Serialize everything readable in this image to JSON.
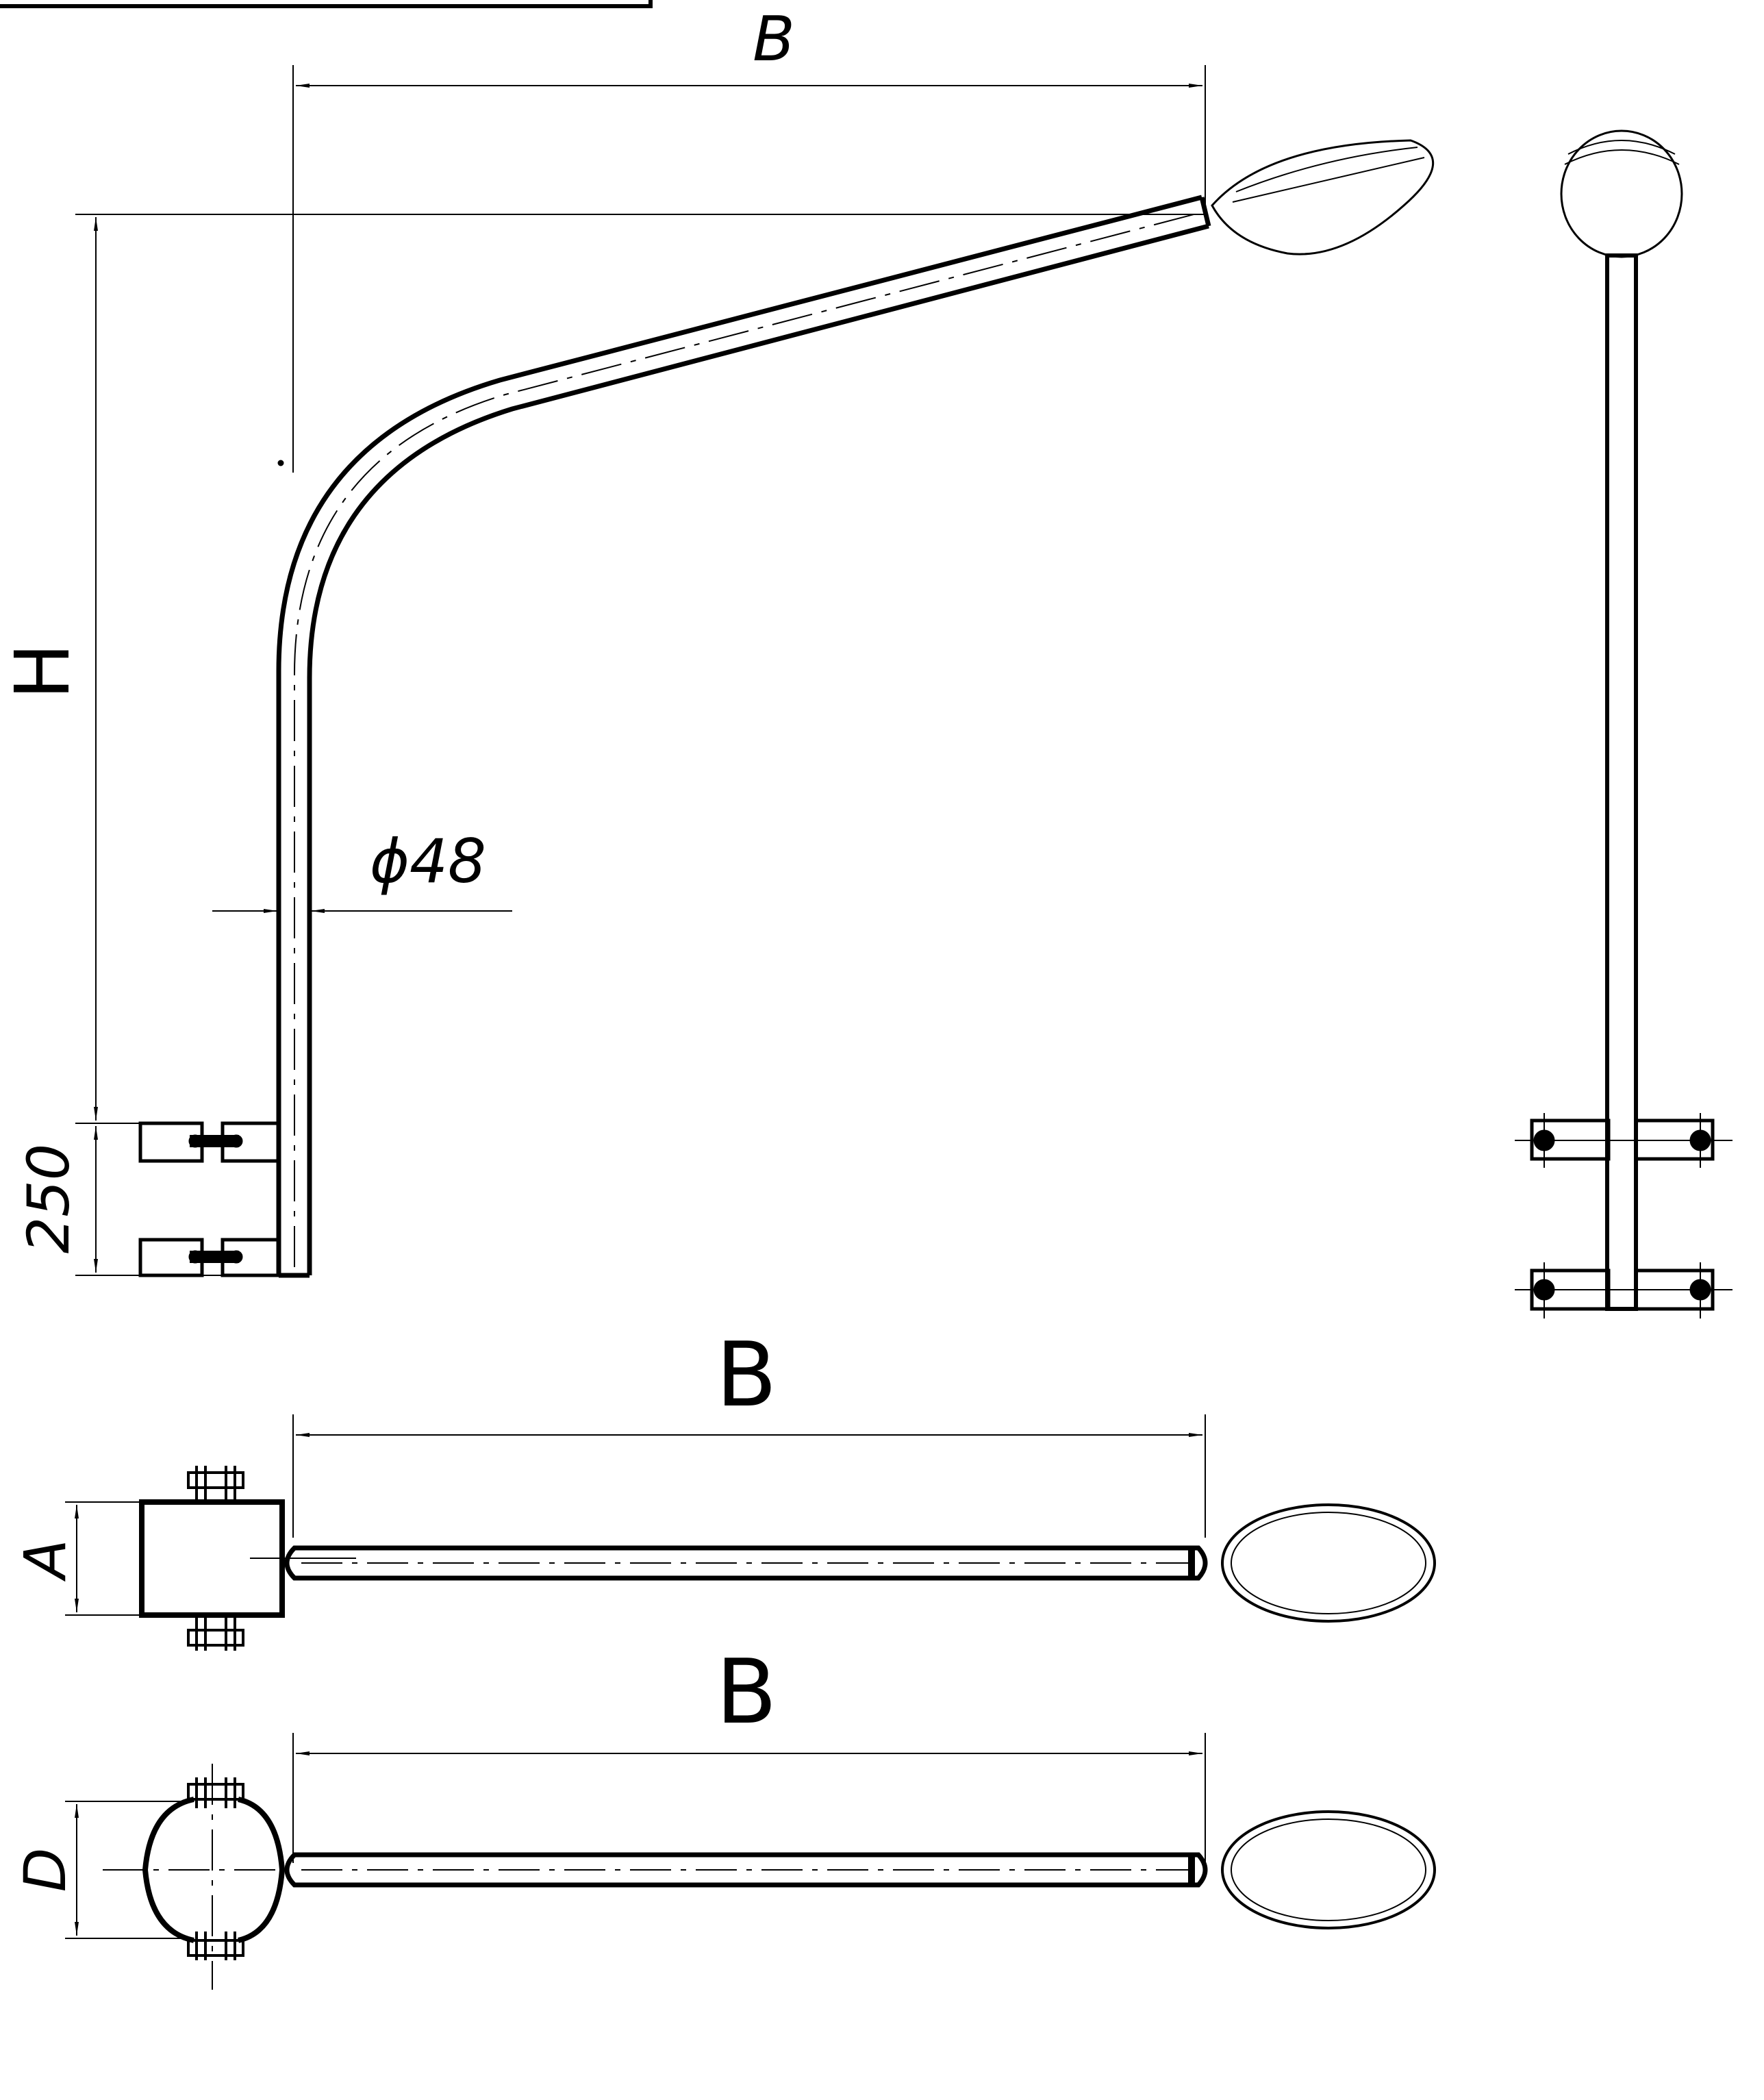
{
  "drawing": {
    "colors": {
      "ink": "#000000",
      "paper": "#ffffff"
    },
    "labels": {
      "side_width": "B",
      "height": "H",
      "diameter": "ϕ48",
      "mount_spacing": "250",
      "top_width_square": "B",
      "top_width_round": "B",
      "square_size": "A",
      "round_diameter": "D"
    }
  }
}
